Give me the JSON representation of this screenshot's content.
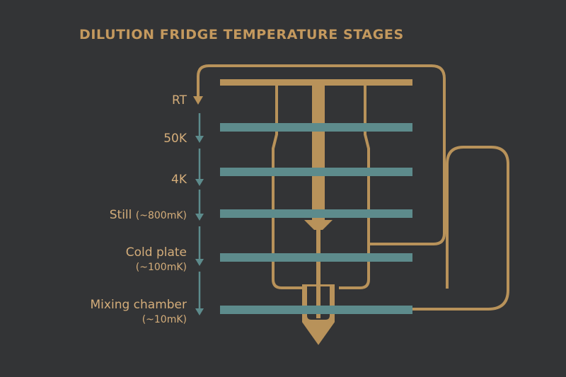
{
  "title": "DILUTION FRIDGE TEMPERATURE STAGES",
  "colors": {
    "background": "#333436",
    "copper": "#b8925a",
    "plate": "#5d8b8c",
    "label": "#d4ad7a",
    "arrow": "#5d8b8c"
  },
  "stages": [
    {
      "name": "RT",
      "temp": ""
    },
    {
      "name": "50K",
      "temp": ""
    },
    {
      "name": "4K",
      "temp": ""
    },
    {
      "name": "Still",
      "temp": "(~800mK)"
    },
    {
      "name": "Cold plate",
      "temp": "(~100mK)"
    },
    {
      "name": "Mixing chamber",
      "temp": "(~10mK)"
    }
  ]
}
